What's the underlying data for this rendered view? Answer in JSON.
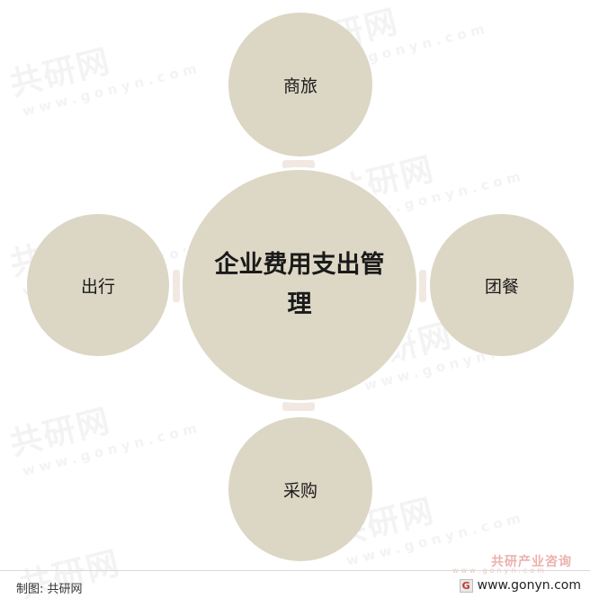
{
  "diagram": {
    "center_label": "企业费用支出管理",
    "nodes": {
      "top": "商旅",
      "left": "出行",
      "right": "团餐",
      "bottom": "采购"
    }
  },
  "watermark": {
    "text": "共研网",
    "url_text": "www.gonyn.com"
  },
  "footer": {
    "credit": "制图: 共研网",
    "brand": "共研产业咨询",
    "brand_sub": "www.gonyn.com",
    "site": "www.gonyn.com"
  },
  "colors": {
    "circle_fill": "#dcd6c5",
    "connector": "#f1e8e2",
    "brand_red": "#c0392b"
  }
}
